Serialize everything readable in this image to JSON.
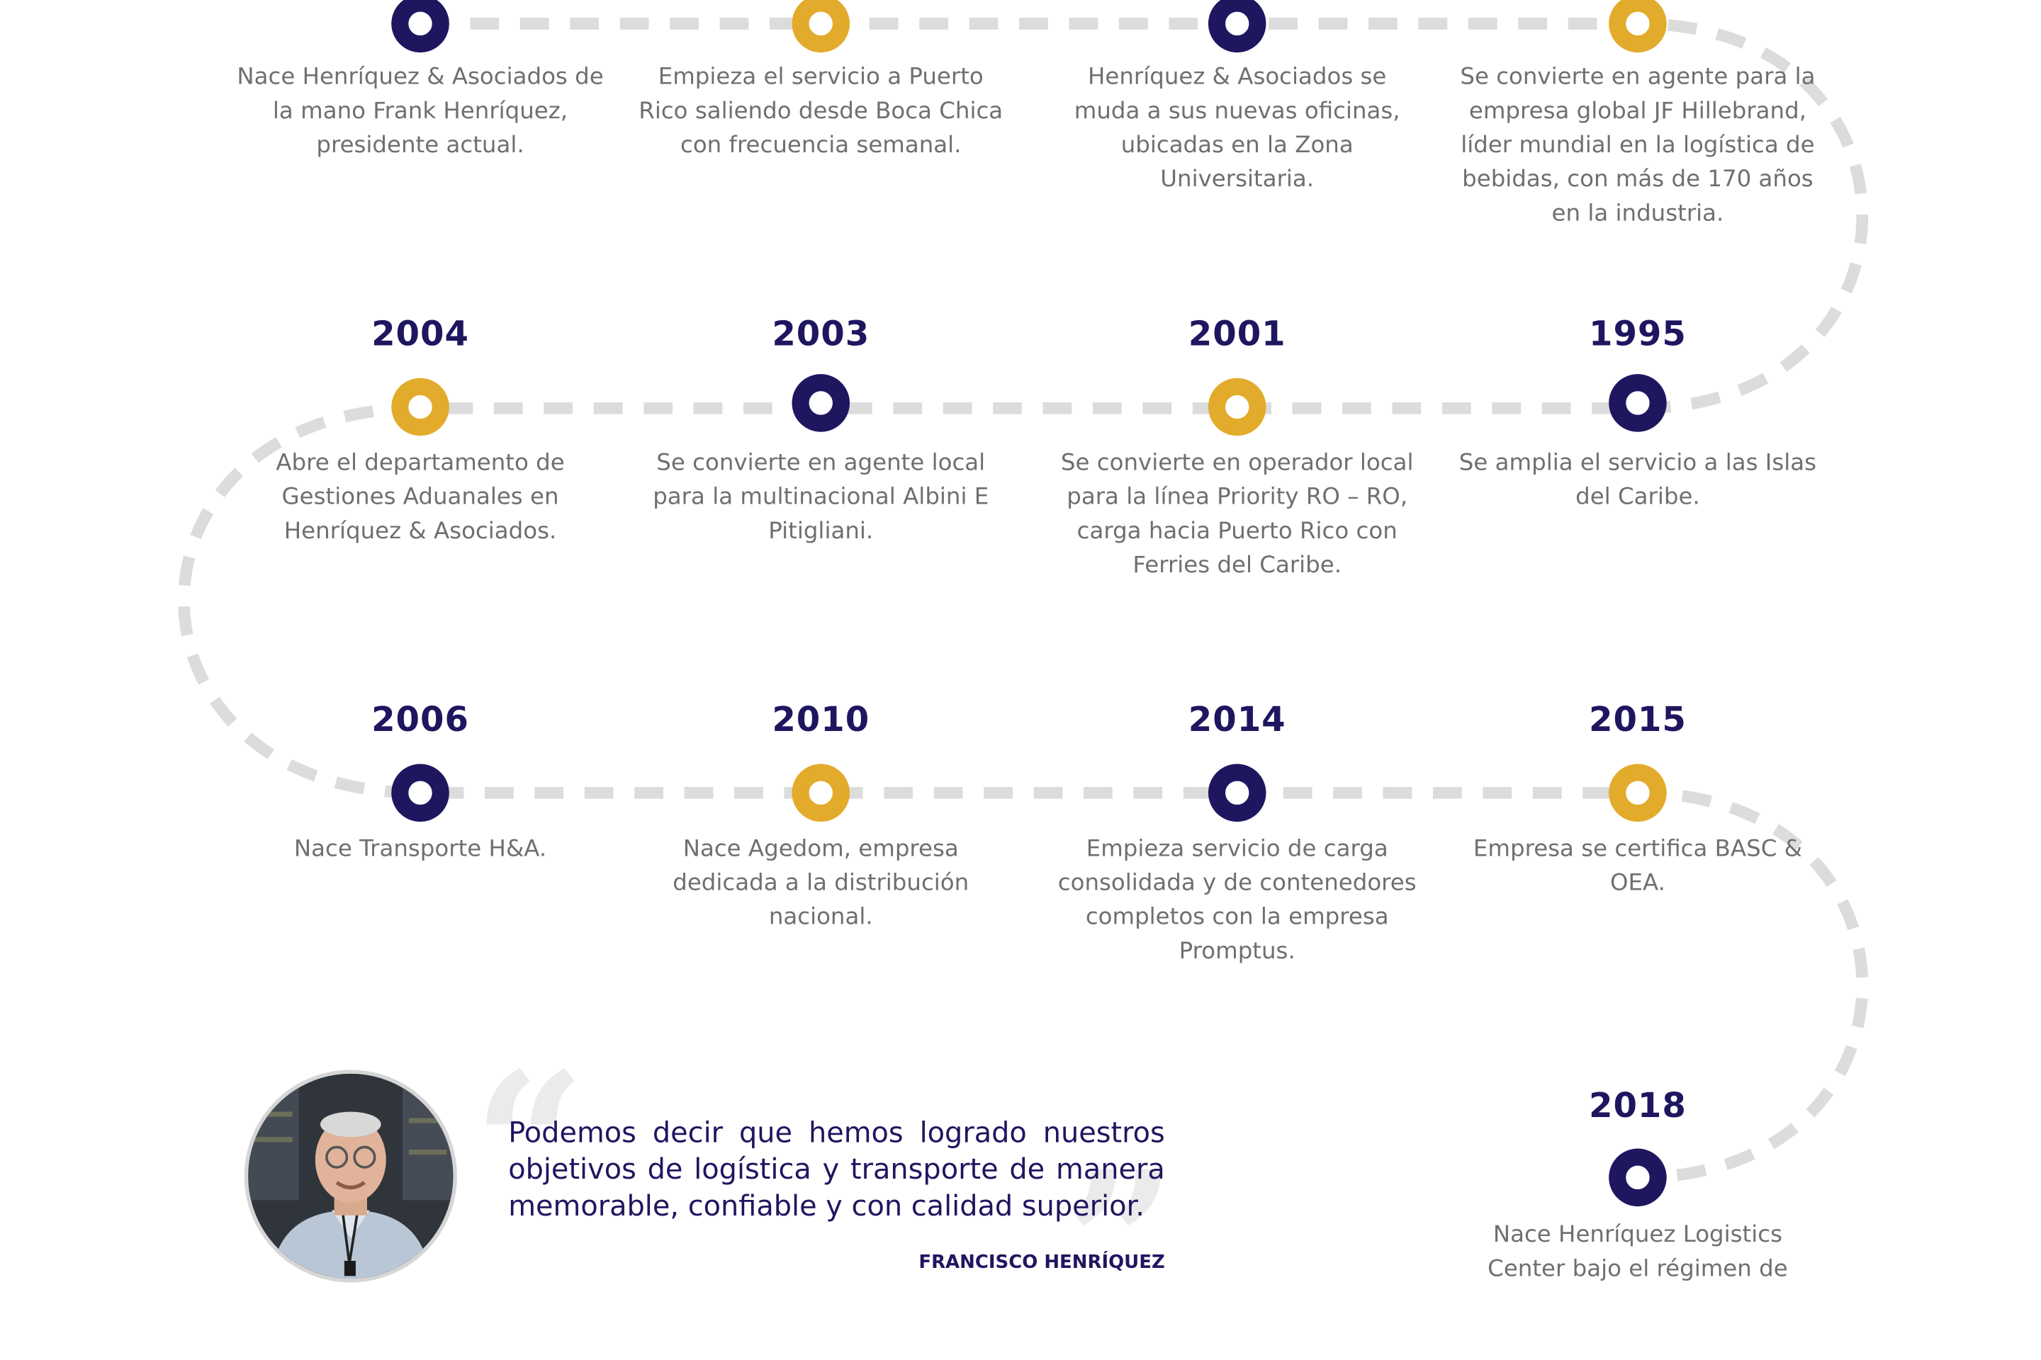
{
  "colors": {
    "navy": "#1f1660",
    "gold": "#e3ab2b",
    "text_gray": "#6f6f6f",
    "path_gray": "#dcdcdc"
  },
  "timeline": [
    {
      "year": "",
      "color": "navy",
      "description": "Nace Henríquez & Asociados de la mano Frank Henríquez, presidente actual."
    },
    {
      "year": "",
      "color": "gold",
      "description": "Empieza el servicio a Puerto Rico saliendo desde Boca Chica con frecuencia semanal."
    },
    {
      "year": "",
      "color": "navy",
      "description": "Henríquez & Asociados se muda a sus nuevas oficinas, ubicadas en la Zona Universitaria."
    },
    {
      "year": "",
      "color": "gold",
      "description": "Se convierte en agente para la empresa global JF Hillebrand, líder mundial en la logística de bebidas, con más de 170 años en la industria."
    },
    {
      "year": "1995",
      "color": "navy",
      "description": "Se amplia el servicio a las Islas del Caribe."
    },
    {
      "year": "2001",
      "color": "gold",
      "description": "Se convierte en operador local para la línea Priority RO – RO, carga hacia Puerto Rico con Ferries del Caribe."
    },
    {
      "year": "2003",
      "color": "navy",
      "description": "Se convierte en agente local para la multinacional Albini E Pitigliani."
    },
    {
      "year": "2004",
      "color": "gold",
      "description": "Abre el departamento de Gestiones Aduanales en Henríquez & Asociados."
    },
    {
      "year": "2006",
      "color": "navy",
      "description": "Nace Transporte H&A."
    },
    {
      "year": "2010",
      "color": "gold",
      "description": "Nace Agedom, empresa dedicada a la distribución nacional."
    },
    {
      "year": "2014",
      "color": "navy",
      "description": "Empieza servicio de carga consolidada y de contenedores completos con la empresa Promptus."
    },
    {
      "year": "2015",
      "color": "gold",
      "description": "Empresa se certifica BASC & OEA."
    },
    {
      "year": "2018",
      "color": "navy",
      "description": "Nace Henríquez Logistics Center bajo el régimen de"
    }
  ],
  "quote": {
    "open_mark": "“",
    "close_mark": "”",
    "text": "Podemos decir que hemos logrado nuestros objetivos de logística y transporte de manera memorable, confiable y con calidad superior.",
    "author": "FRANCISCO HENRÍQUEZ"
  }
}
